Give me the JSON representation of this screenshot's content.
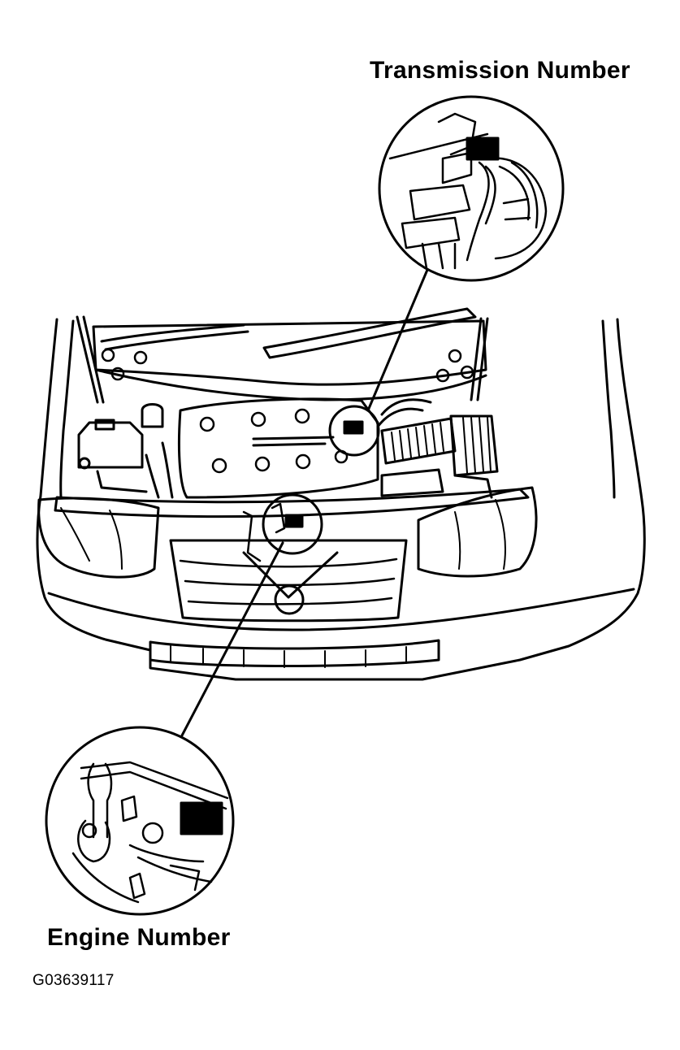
{
  "labels": {
    "transmission": "Transmission Number",
    "engine": "Engine Number"
  },
  "figure_id": "G03639117",
  "colors": {
    "ink": "#000000",
    "paper": "#ffffff"
  }
}
